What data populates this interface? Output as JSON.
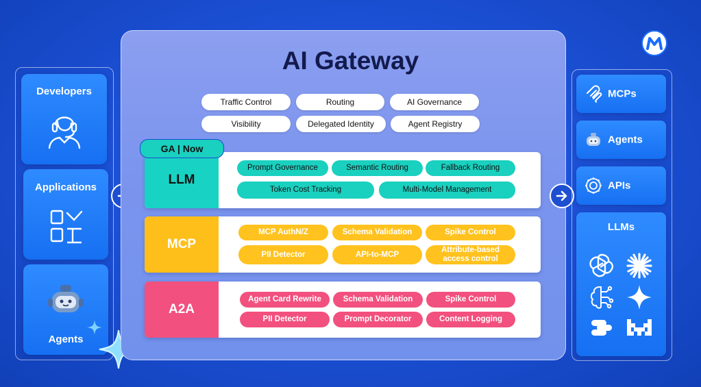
{
  "title": "AI Gateway",
  "left": {
    "developers": "Developers",
    "applications": "Applications",
    "agents": "Agents"
  },
  "capabilities": [
    "Traffic Control",
    "Routing",
    "AI Governance",
    "Visibility",
    "Delegated Identity",
    "Agent Registry"
  ],
  "ga_tab": "GA | Now",
  "llm": {
    "label": "LLM",
    "chips": [
      "Prompt Governance",
      "Semantic Routing",
      "Fallback Routing",
      "Token Cost Tracking",
      "Multi-Model Management"
    ]
  },
  "mcp": {
    "label": "MCP",
    "chips": [
      "MCP AuthN/Z",
      "Schema Validation",
      "Spike Control",
      "PII Detector",
      "API-to-MCP",
      "Attribute-based access control"
    ]
  },
  "a2a": {
    "label": "A2A",
    "chips": [
      "Agent Card Rewrite",
      "Schema Validation",
      "Spike Control",
      "PII Detector",
      "Prompt Decorator",
      "Content Logging"
    ]
  },
  "right": {
    "mcps": "MCPs",
    "agents": "Agents",
    "apis": "APIs",
    "llms": "LLMs"
  },
  "icons": [
    "mulesoft-logo-icon",
    "headset-person-icon",
    "qr-app-icon",
    "robot-icon",
    "arrow-right-icon",
    "mcp-icon",
    "api-gear-icon",
    "openai-icon",
    "claude-burst-icon",
    "brain-circuit-icon",
    "gemini-star-icon",
    "cluster-icon",
    "mistral-icon",
    "sparkle-icon"
  ],
  "colors": {
    "background": "#1d52d8",
    "llm": "#1ad0bf",
    "mcp": "#ffc21e",
    "a2a": "#f2507e",
    "title": "#131a4d"
  }
}
